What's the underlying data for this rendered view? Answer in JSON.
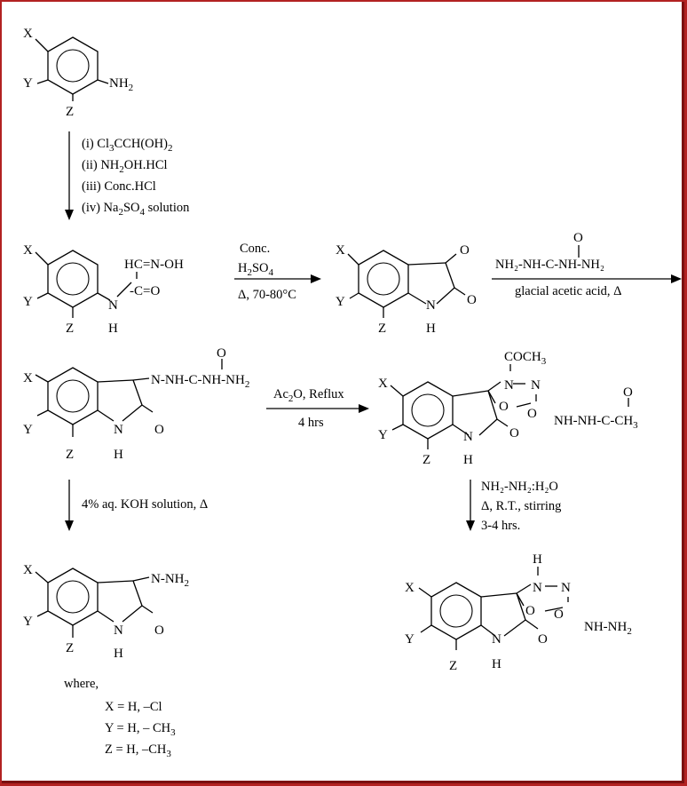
{
  "labels": {
    "x": "X",
    "y": "Y",
    "z": "Z",
    "h": "H",
    "n": "N",
    "o": "O",
    "nh": "NH",
    "c": "C",
    "nh2_prefix": "NH",
    "two": "2",
    "three": "3",
    "four": "4",
    "hc_eq_n_oh": "HC=N-OH",
    "c_eq_o": "-C=O",
    "acetyl": "COCH",
    "isatin_c3_tail": "N-NH-C-NH-NH",
    "amide_tail": "NH-NH-C-CH",
    "hydrazino": "NH-NH",
    "hydrazone": "N-NH"
  },
  "steps": {
    "step1": {
      "line1_a": "(i) Cl",
      "line1_b": "CCH(OH)",
      "line2_a": "(ii) NH",
      "line2_b": "OH.HCl",
      "line3": "(iii) Conc.HCl",
      "line4_a": "(iv) Na",
      "line4_b": "SO",
      "line4_c": " solution"
    },
    "step2": {
      "line1": "Conc.",
      "line2_a": "H",
      "line2_b": "SO",
      "line3": "Δ, 70-80°C"
    },
    "step3": {
      "reagent": "NH₂-NH-C-NH-NH₂",
      "solvent": "glacial acetic acid, Δ"
    },
    "step4": {
      "line1_a": "Ac",
      "line1_b": "O, Reflux",
      "line2": "4 hrs"
    },
    "step5": {
      "line1": "4% aq. KOH solution,  Δ"
    },
    "step6": {
      "line1": "NH₂-NH₂:H₂O",
      "line2": "Δ, R.T., stirring",
      "line3": "3-4 hrs."
    }
  },
  "legend": {
    "where": "where,",
    "x_def": "X = H, –Cl",
    "y_def": "Y = H, – CH",
    "z_def": "Z = H,  –CH"
  }
}
